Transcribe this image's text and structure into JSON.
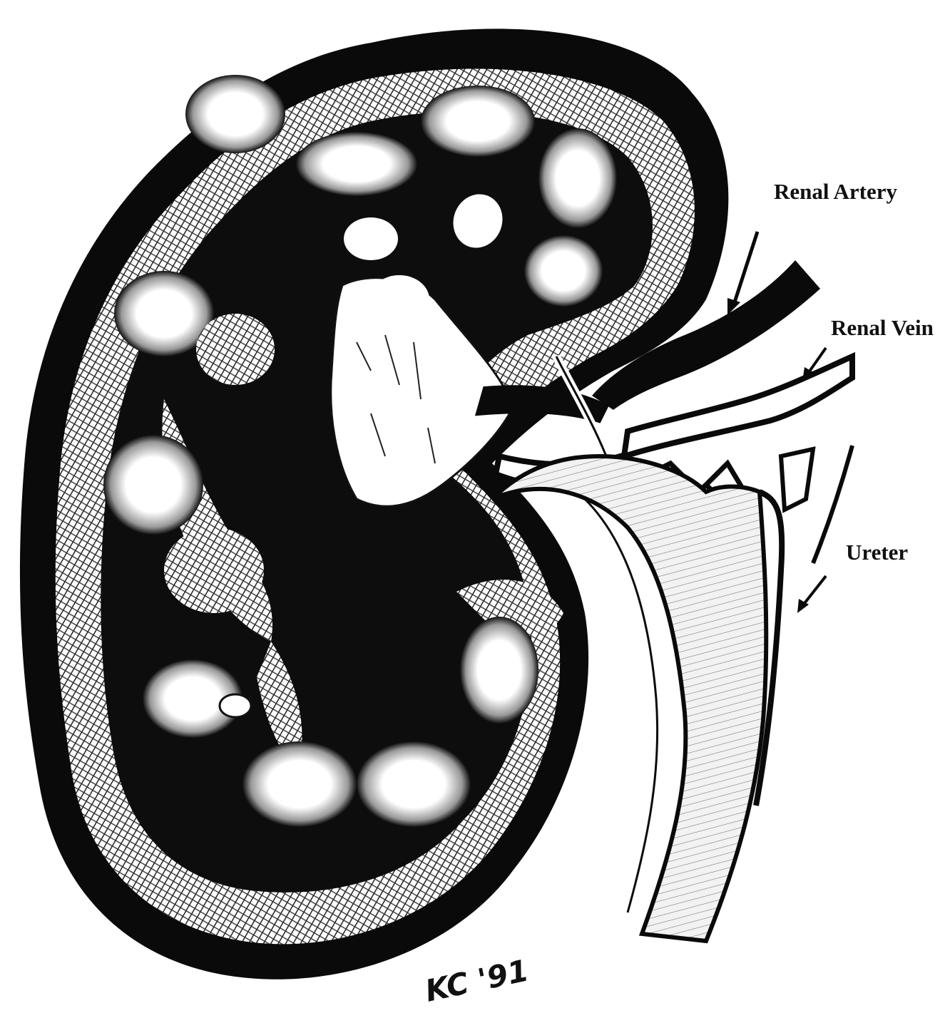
{
  "labels": {
    "renal_artery": "Renal Artery",
    "renal_vein": "Renal Vein",
    "ureter": "Ureter"
  },
  "signature": "KC '91",
  "colors": {
    "ink": "#0a0a0a",
    "paper": "#ffffff",
    "hatch": "#3a3a3a"
  }
}
